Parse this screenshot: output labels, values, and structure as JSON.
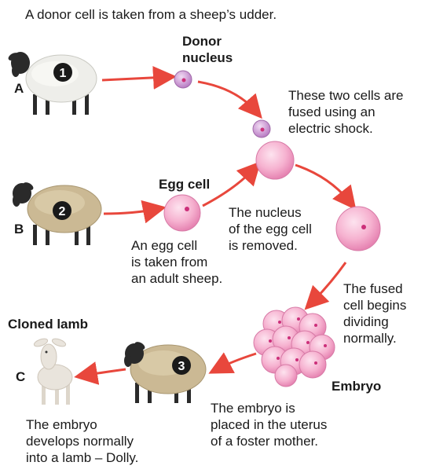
{
  "intro": "A donor cell is taken from a sheep’s udder.",
  "labels": {
    "donor_nucleus": "Donor\nnucleus",
    "egg_cell": "Egg cell",
    "embryo": "Embryo",
    "cloned_lamb": "Cloned lamb"
  },
  "letters": {
    "a": "A",
    "b": "B",
    "c": "C"
  },
  "steps": {
    "one": "1",
    "two": "2",
    "three": "3"
  },
  "captions": {
    "fused": "These two cells are\nfused using an\nelectric shock.",
    "nucleus_removed": "The nucleus\nof the egg cell\nis removed.",
    "egg_taken": "An egg cell\nis taken from\nan adult sheep.",
    "fused_dividing": "The fused\ncell begins\ndividing\nnormally.",
    "embryo_placed": "The embryo is\nplaced in the uterus\nof a foster mother.",
    "develops": "The embryo\ndevelops normally\ninto a lamb – Dolly."
  },
  "colors": {
    "arrow": "#e8473c",
    "cell_pink": "#f4a6c8",
    "nucleus": "#cc2f7a",
    "donor_cell": "#c98fd0",
    "wool_white": "#eeeeea",
    "wool_tan": "#cbb994",
    "sheep_face": "#2a2a2a",
    "lamb": "#e9e4dc"
  }
}
